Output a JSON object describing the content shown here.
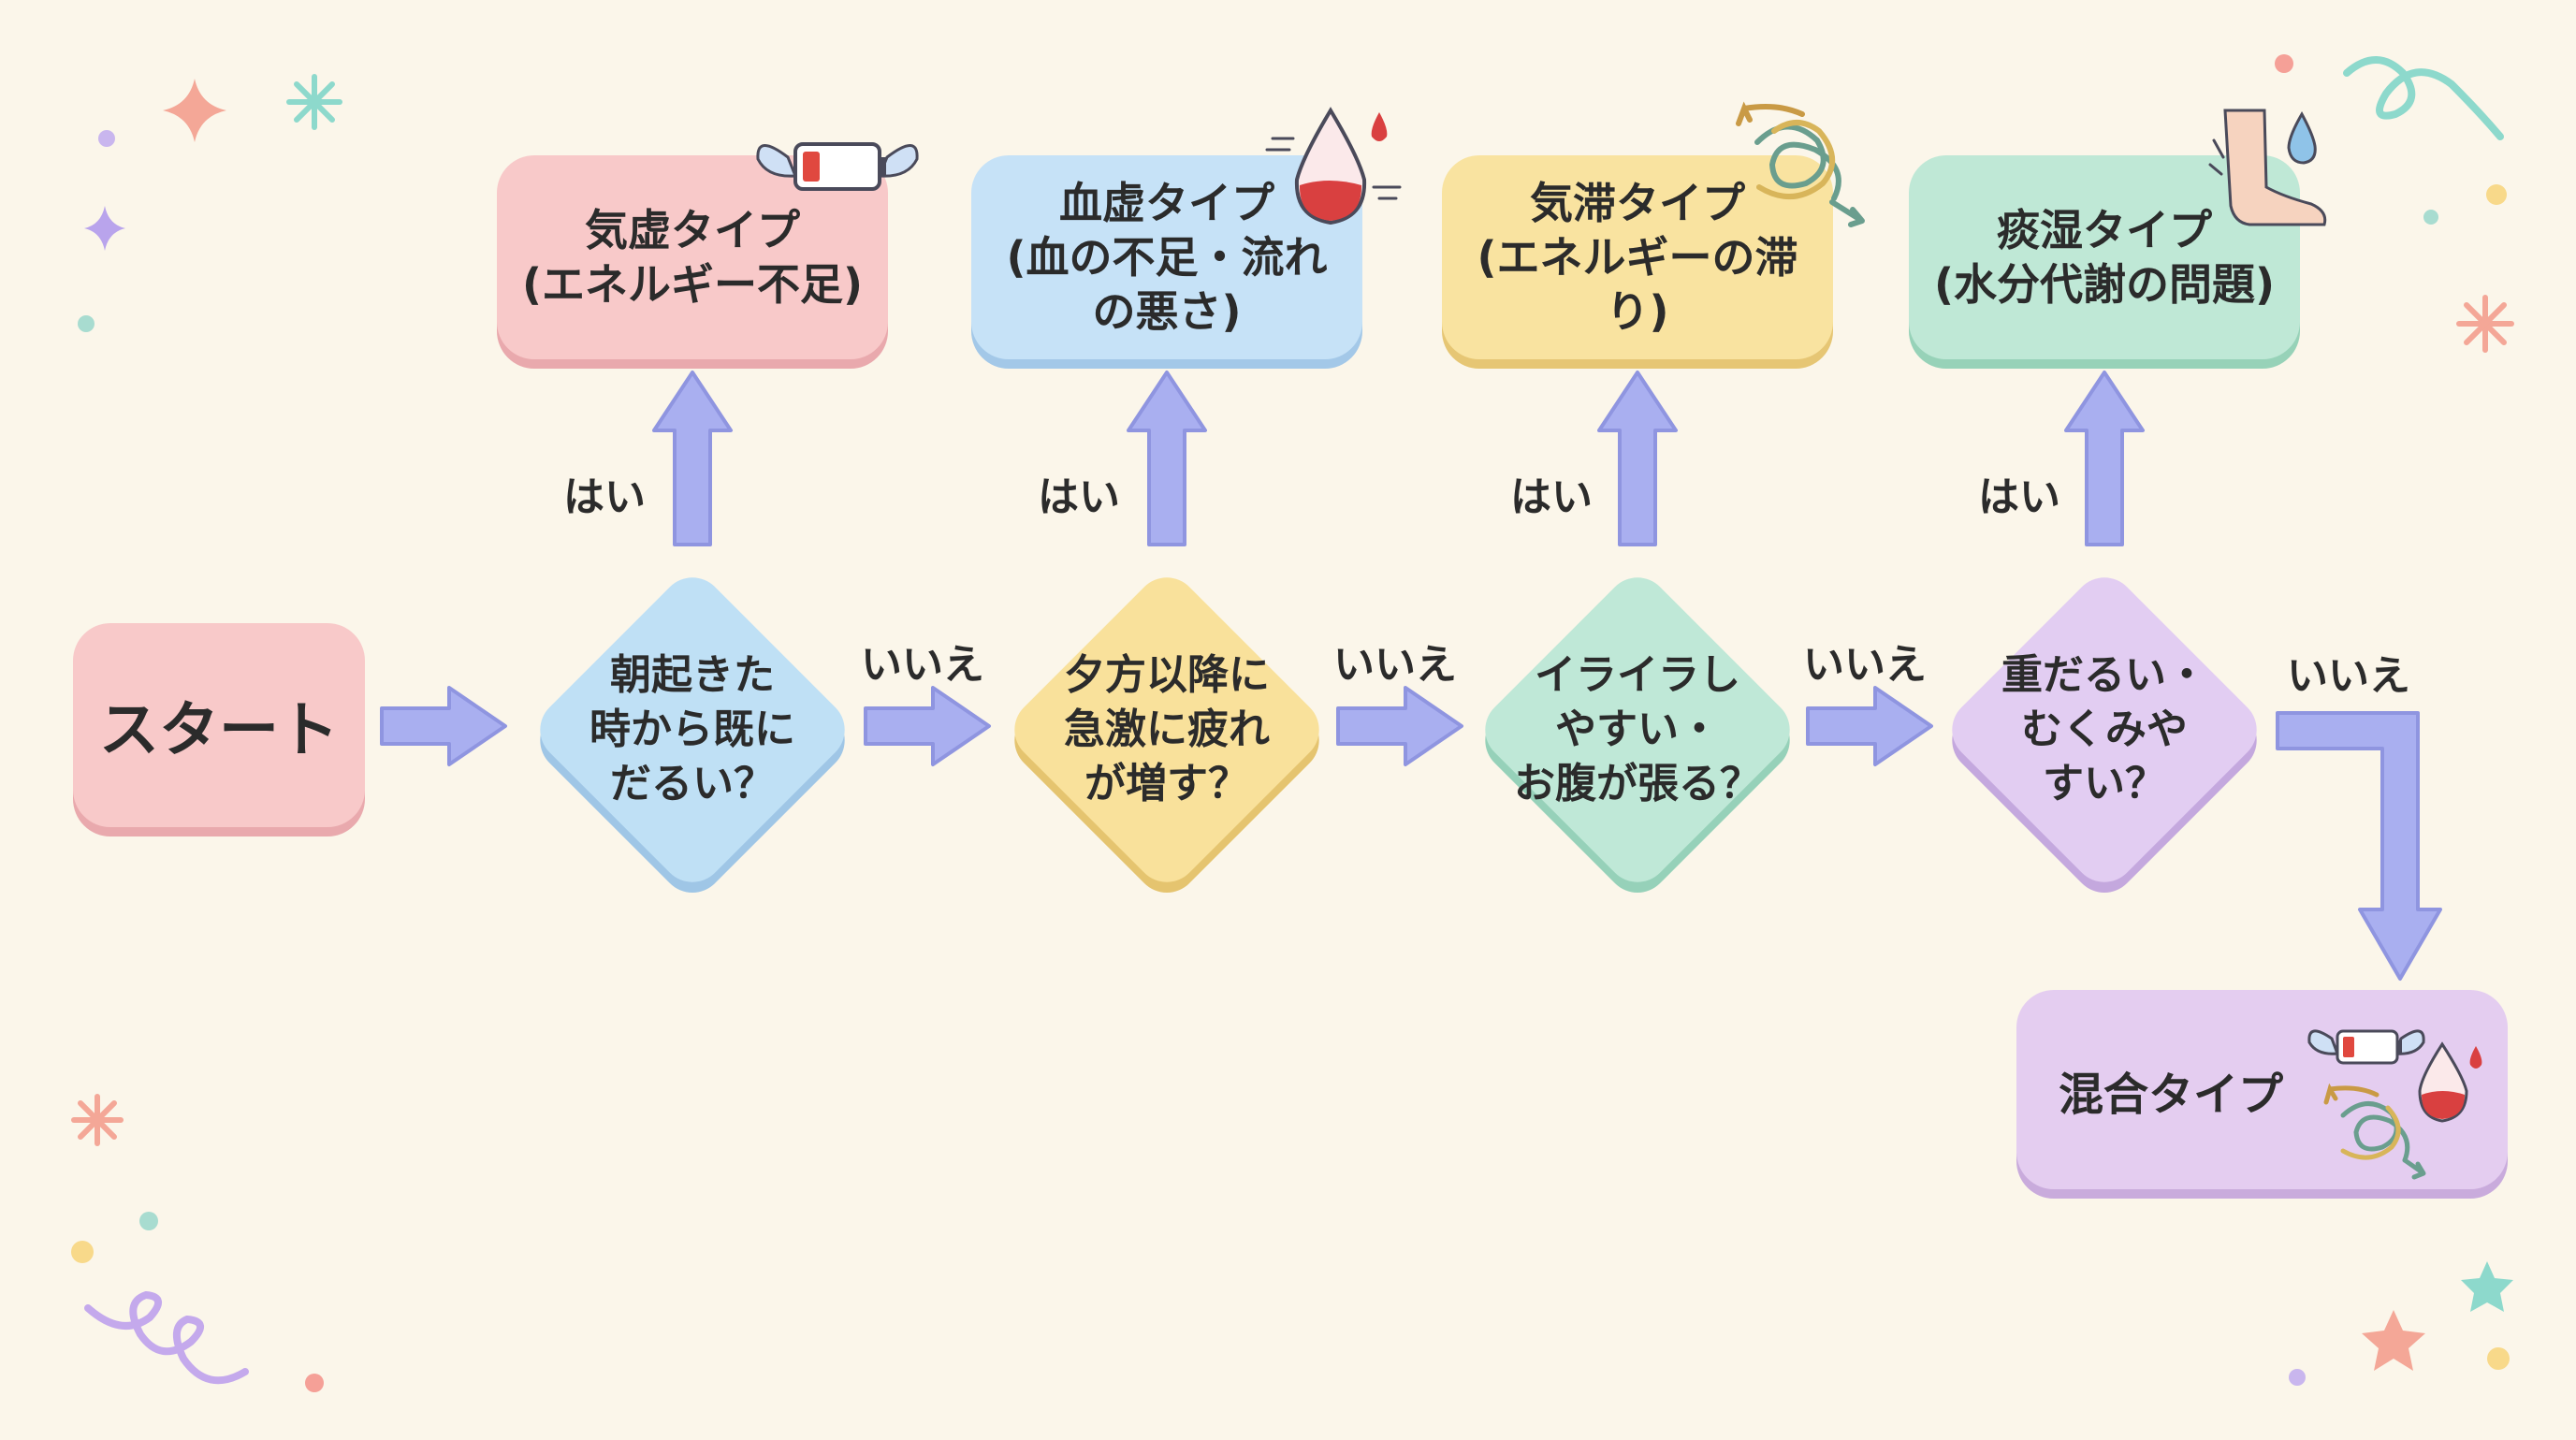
{
  "start": {
    "label": "スタート"
  },
  "questions": [
    {
      "text": "朝起きた\n時から既に\nだるい？",
      "color": "#bfe0f5",
      "shade": "#9fc6e6"
    },
    {
      "text": "夕方以降に\n急激に疲れ\nが増す？",
      "color": "#f9e19b",
      "shade": "#e5c46f"
    },
    {
      "text": "イライラし\nやすい・\nお腹が張る？",
      "color": "#bfe8d7",
      "shade": "#96d1b9"
    },
    {
      "text": "重だるい・\nむくみや\nすい？",
      "color": "#e2cdf2",
      "shade": "#c4a8de"
    }
  ],
  "types": [
    {
      "text": "気虚タイプ\n(エネルギー不足)",
      "color": "#f8c9c9",
      "shade": "#e9a9ad",
      "icon": "winged-battery-icon"
    },
    {
      "text": "血虚タイプ\n(血の不足・流れ\nの悪さ)",
      "color": "#c6e2f7",
      "shade": "#a3c8e8",
      "icon": "blood-drop-icon"
    },
    {
      "text": "気滞タイプ\n(エネルギーの滞り)",
      "color": "#f9e3a0",
      "shade": "#e6c674",
      "icon": "tangled-arrows-icon"
    },
    {
      "text": "痰湿タイプ\n(水分代謝の問題)",
      "color": "#bfe8d6",
      "shade": "#97d2b8",
      "icon": "swollen-foot-icon"
    }
  ],
  "mixed": {
    "label": "混合タイプ"
  },
  "labels": {
    "yes": "はい",
    "no": "いいえ"
  },
  "colors": {
    "arrow": "#a9aff0",
    "arrow_stroke": "#8f95e0",
    "background": "#fbf6ea"
  }
}
